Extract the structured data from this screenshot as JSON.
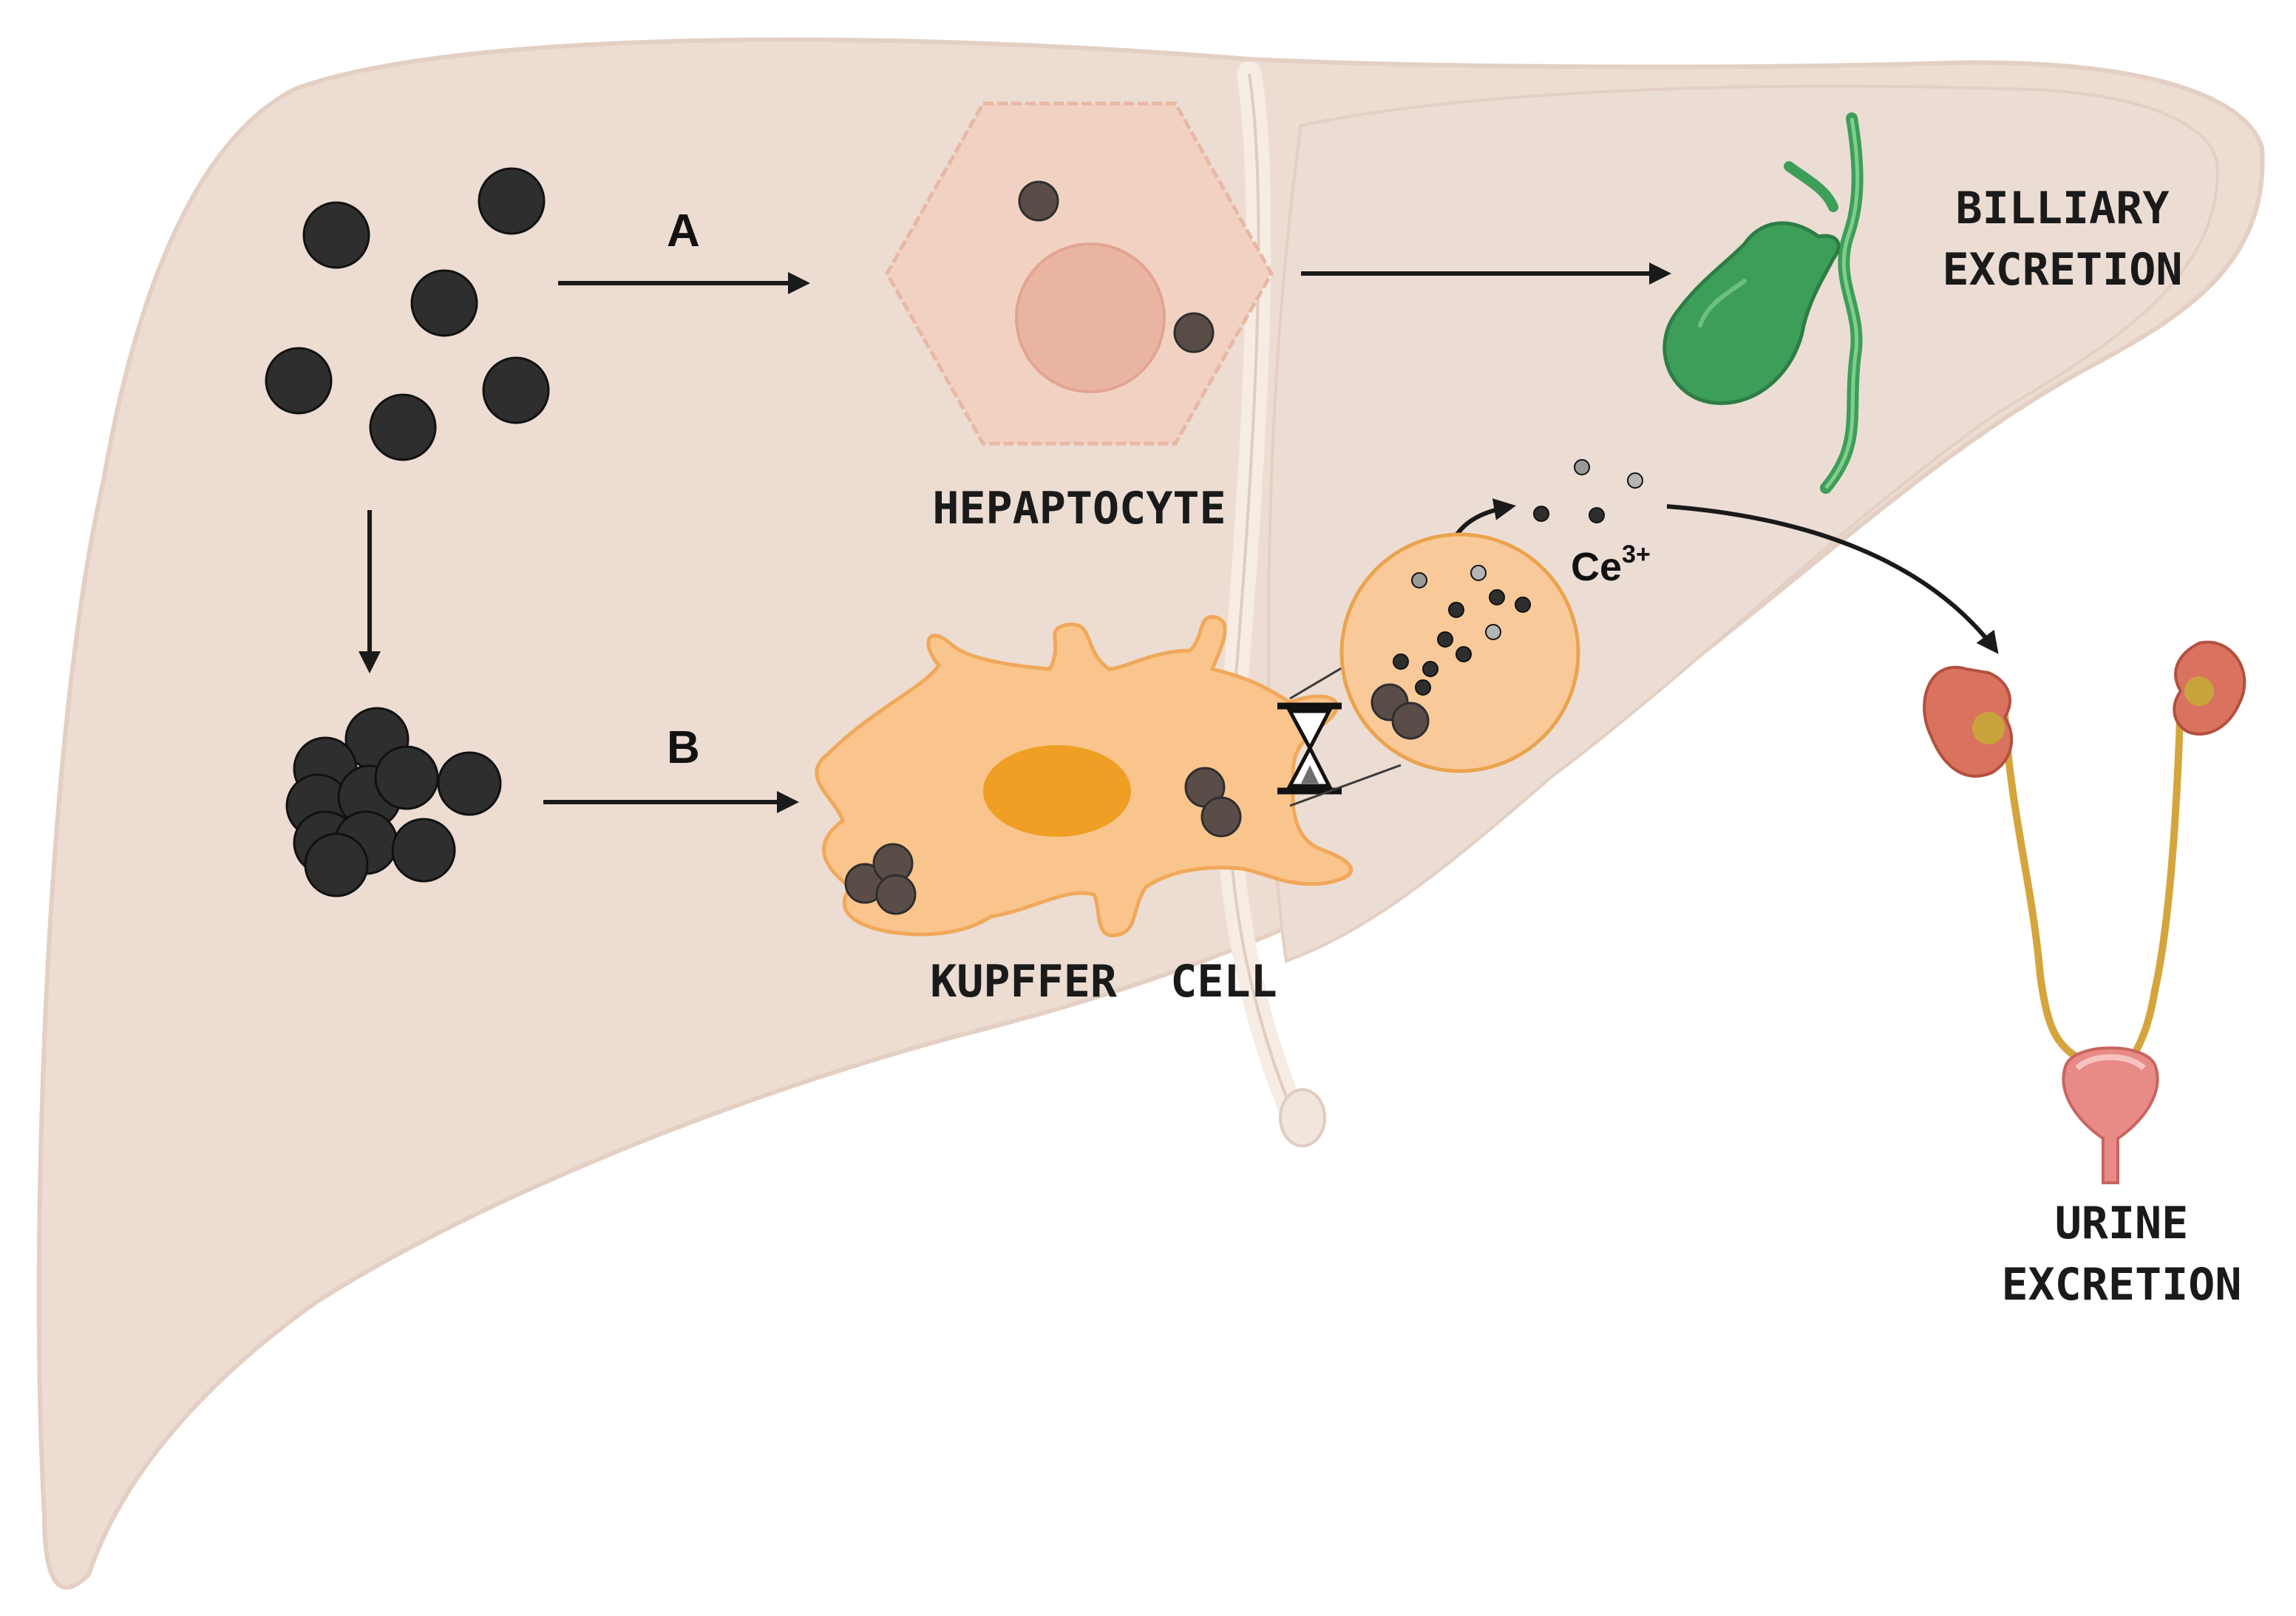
{
  "labels": {
    "pathway_a": "A",
    "pathway_b": "B",
    "hepatocyte": "HEPAPTOCYTE",
    "kupffer_cell": "KUPFFER  CELL",
    "biliary_line1": "BILLIARY",
    "biliary_line2": "EXCRETION",
    "urine_line1": "URINE",
    "urine_line2": "EXCRETION",
    "ion_base": "Ce",
    "ion_charge": "3+"
  },
  "icons": {
    "timer": "hourglass-icon",
    "organ_bile": "gallbladder-icon",
    "organ_urine": "kidneys-bladder-icon"
  },
  "colors": {
    "liver_fill": "#ecdcd2",
    "liver_stroke": "#e3cfc3",
    "particle": "#2e2e2e",
    "hepatocyte_fill": "#f1d2c2",
    "hepatocyte_stroke": "#e8b8a5",
    "kupffer_fill": "#f9c58c",
    "kupffer_nucleus": "#ee9f24",
    "gallbladder": "#3d9e5a",
    "kidney": "#d9735f",
    "ureter": "#d4a53c",
    "bladder": "#e88a86",
    "arrow": "#1a1a1a"
  }
}
